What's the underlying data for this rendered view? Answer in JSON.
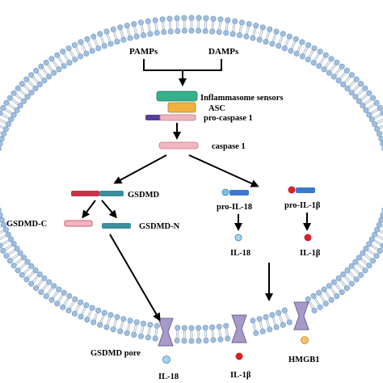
{
  "colors": {
    "membrane_head": "#9fbfe0",
    "membrane_head_stroke": "#6f93bd",
    "membrane_tail": "#9eb0c8",
    "sensor": "#35b08a",
    "asc": "#f2b13f",
    "procaspase": "#f0b6c0",
    "procaspase_pro": "#5a3d9a",
    "caspase": "#f2b6c0",
    "gsdmd_c": "#c8324a",
    "gsdmd_n": "#3a8f9a",
    "pro_il_head": "#7fc0e6",
    "pro_il_body": "#3c78d0",
    "pro_il1b_head": "#d6202a",
    "il18": "#a8d4ef",
    "il1b": "#d6202a",
    "hmgb1": "#f5c36a",
    "pore": "#a89ac8",
    "arrow": "#000000"
  },
  "labels": {
    "pamps": "PAMPs",
    "damps": "DAMPs",
    "inflammasome": "Inflammasome sensors",
    "asc": "ASC",
    "procaspase": "pro-caspase 1",
    "caspase": "caspase 1",
    "gsdmd": "GSDMD",
    "gsdmd_c": "GSDMD-C",
    "gsdmd_n": "GSDMD-N",
    "pro_il18": "pro-IL-18",
    "pro_il1b": "pro-IL-1β",
    "il18_in": "IL-18",
    "il1b_in": "IL-1β",
    "gsdmd_pore": "GSDMD pore",
    "il18_out": "IL-18",
    "il1b_out": "IL-1β",
    "hmgb1": "HMGB1"
  },
  "icons": {
    "membrane": "lipid-bilayer-icon",
    "pore": "membrane-pore-icon"
  }
}
